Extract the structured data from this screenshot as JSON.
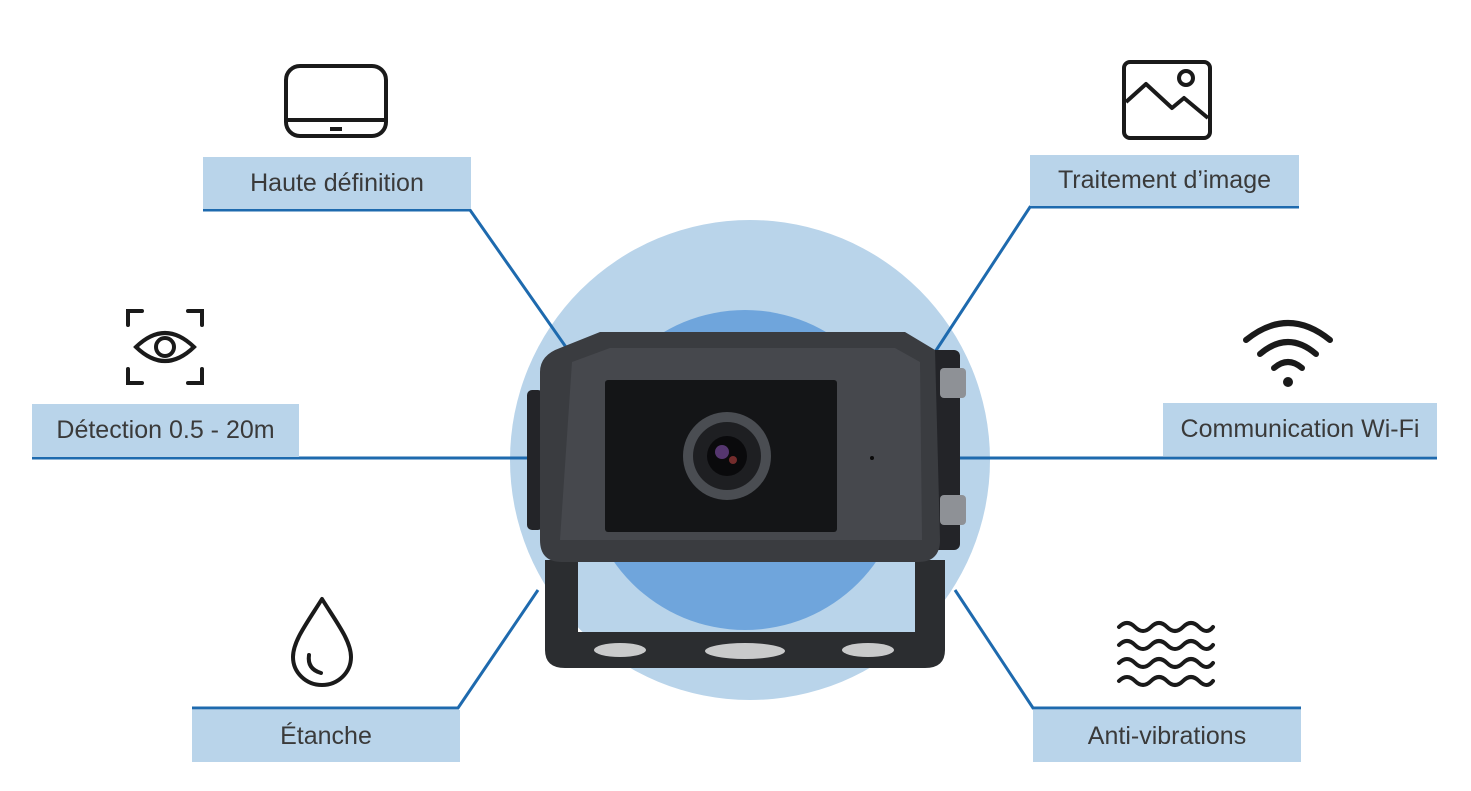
{
  "colors": {
    "accent_line": "#1e6aae",
    "label_fill": "#b9d4ea",
    "circle_outer": "#b9d4ea",
    "circle_inner": "#6fa5dc",
    "camera_body": "#2b2d30",
    "icon_stroke": "#1a1a1a"
  },
  "features": {
    "hd": {
      "label": "Haute définition",
      "icon": "monitor-icon"
    },
    "image": {
      "label": "Traitement d’image",
      "icon": "image-icon"
    },
    "detection": {
      "label": "Détection 0.5 - 20m",
      "icon": "eye-scan-icon"
    },
    "wifi": {
      "label": "Communication Wi-Fi",
      "icon": "wifi-icon"
    },
    "waterproof": {
      "label": "Étanche",
      "icon": "water-drop-icon"
    },
    "vibration": {
      "label": "Anti-vibrations",
      "icon": "waves-icon"
    }
  },
  "product": {
    "name": "camera-image"
  }
}
